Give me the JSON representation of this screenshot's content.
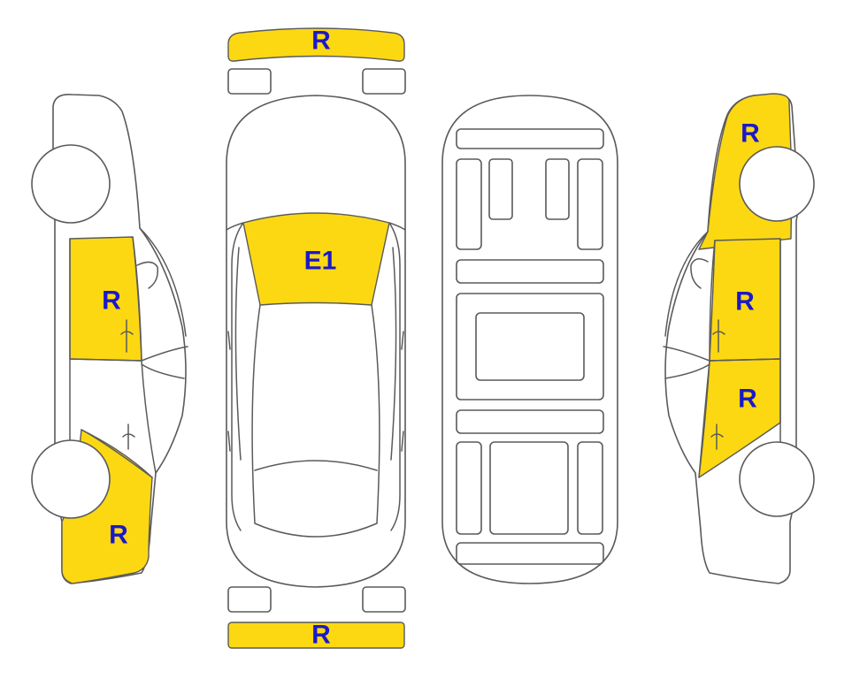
{
  "colors": {
    "damage_fill": "#fcd813",
    "label_text": "#1a19c9",
    "outline": "#5a5a5a",
    "background": "#ffffff"
  },
  "views": [
    {
      "id": "left-side-view"
    },
    {
      "id": "top-view"
    },
    {
      "id": "underside-view"
    },
    {
      "id": "right-side-view"
    }
  ],
  "damage_labels": {
    "front_bumper": "R",
    "rear_bumper": "R",
    "windshield": "E1",
    "left_front_door": "R",
    "left_rear_quarter": "R",
    "right_front_fender": "R",
    "right_front_door": "R",
    "right_rear_door": "R"
  }
}
